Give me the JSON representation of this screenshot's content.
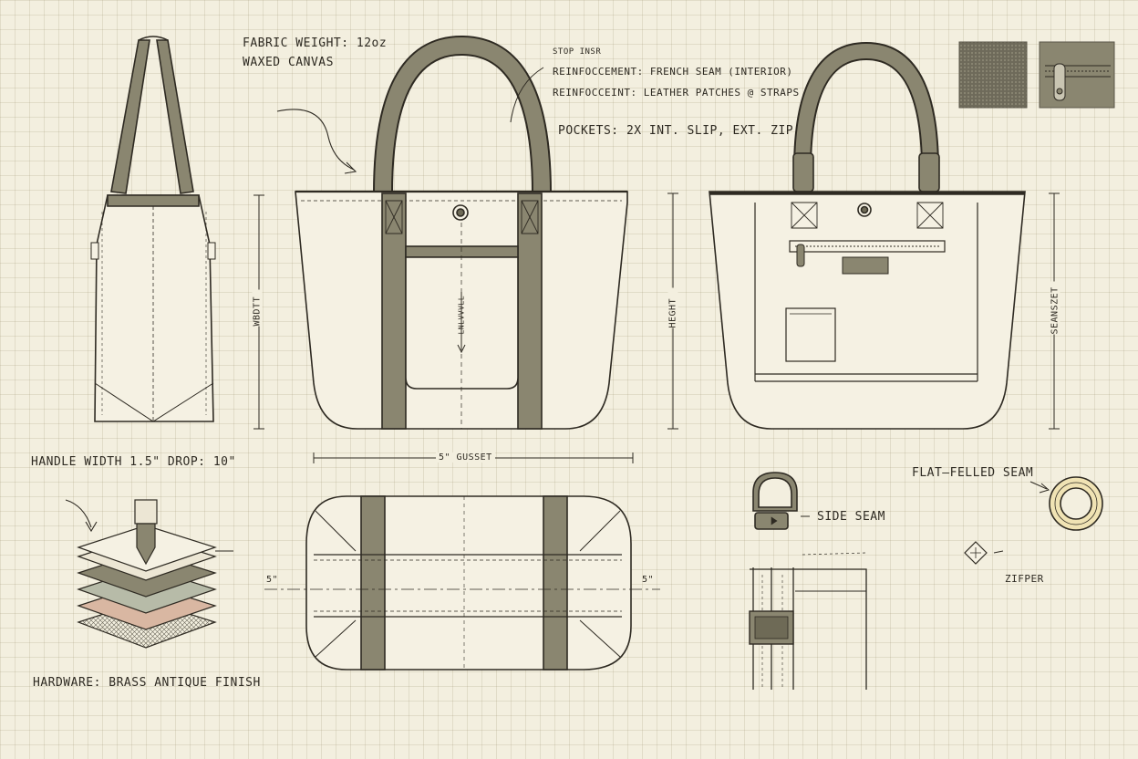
{
  "annotations": {
    "fabric_weight": "FABRIC WEIGHT: 12oz",
    "fabric": "WAXED CANVAS",
    "stop_note": "STOP INSR",
    "reinforcement_1": "REINFOCCEMENT: FRENCH SEAM (INTERIOR)",
    "reinforcement_2": "REINFOCCEINT: LEATHER PATCHES @ STRAPS",
    "pockets": "POCKETS: 2X INT. SLIP, EXT. ZIP",
    "handle": "HANDLE WIDTH  1.5\"  DROP: 10\"",
    "hardware": "HARDWARE: BRASS ANTIQUE FINISH",
    "flat_felled": "FLAT–FELLED SEAM",
    "side_seam": "SIDE SEAM",
    "zipper": "ZIFPER"
  },
  "dimensions": {
    "width": "WBDTT",
    "height": "HEGHT",
    "seam": "SEANSZET",
    "gusset": "5\" GUSSET",
    "left_mark": "5\"",
    "right_mark": "5\"",
    "pocket_mark": "LNLVVVLL"
  },
  "colors": {
    "paper": "#f3efdf",
    "ink": "#2e2a22",
    "canvas": "#f5f1e3",
    "strap_olive": "#8a8670",
    "strap_dark": "#6e6a56"
  }
}
